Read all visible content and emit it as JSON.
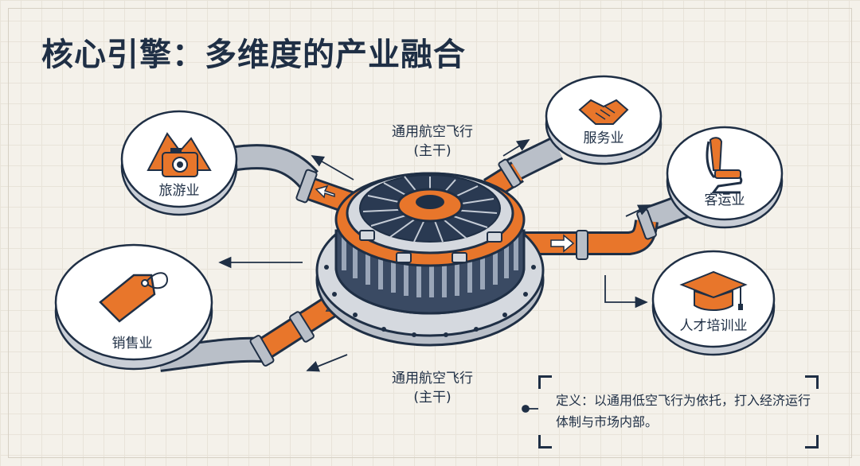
{
  "title": "核心引擎：多维度的产业融合",
  "core": {
    "label_top_line1": "通用航空飞行",
    "label_top_line2": "(主干)",
    "label_bottom_line1": "通用航空飞行",
    "label_bottom_line2": "(主干)"
  },
  "industries": [
    {
      "label": "旅游业",
      "icon": "mountain-camera-icon"
    },
    {
      "label": "服务业",
      "icon": "handshake-icon"
    },
    {
      "label": "客运业",
      "icon": "seat-icon"
    },
    {
      "label": "人才培训业",
      "icon": "graduation-cap-icon"
    },
    {
      "label": "销售业",
      "icon": "price-tag-icon"
    }
  ],
  "definition": "定义：以通用低空飞行为依托，打入经济运行体制与市场内部。",
  "colors": {
    "accent": "#e8762b",
    "navy": "#1f2f45",
    "pipe_gray": "#b9bfc8",
    "background": "#f4f1ea"
  }
}
